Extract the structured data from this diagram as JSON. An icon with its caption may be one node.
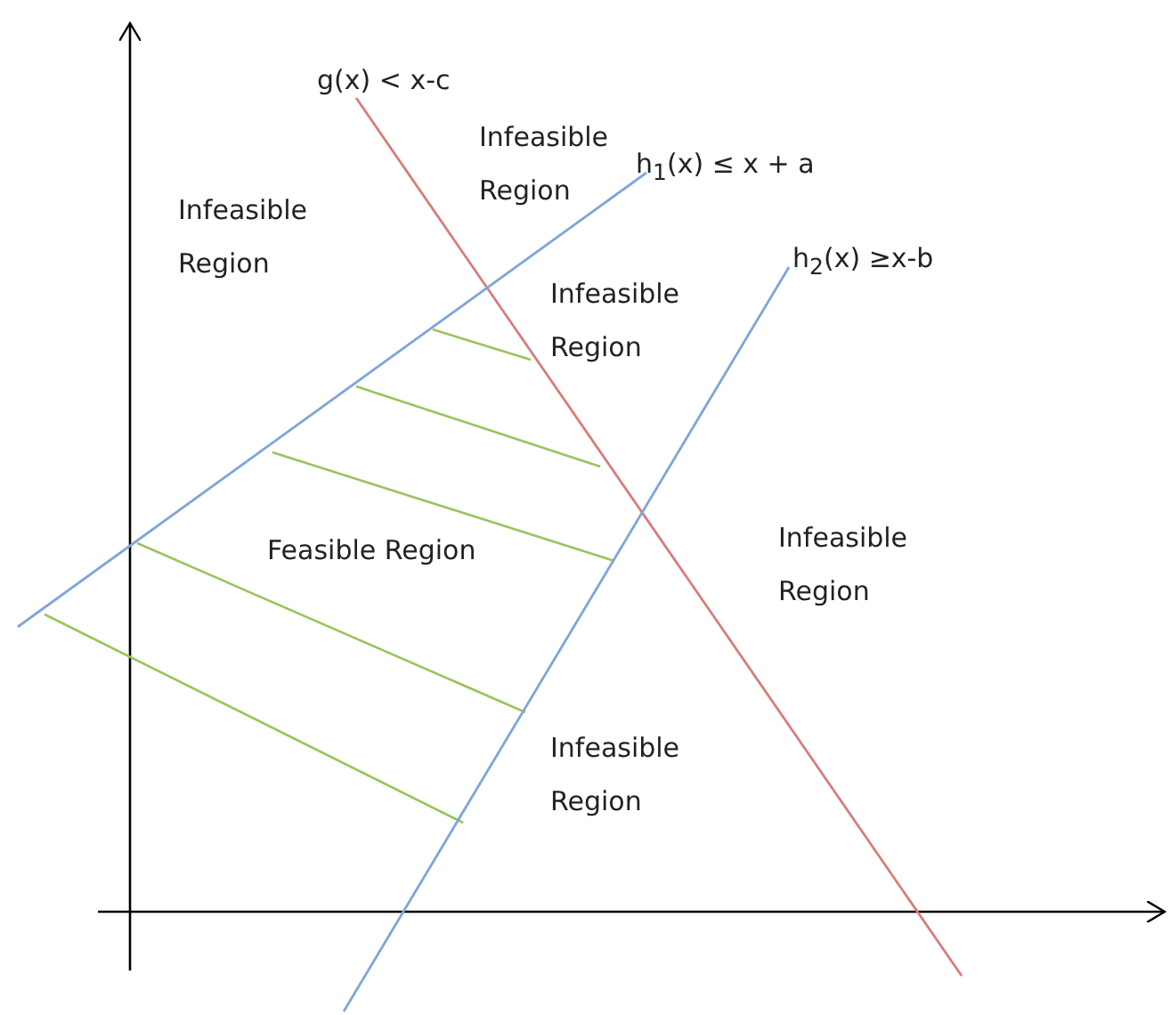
{
  "diagram": {
    "labels": [
      "g(x) < x-c",
      "Infeasible Region",
      "h$_{1}$(x) ≤ x + a",
      "Infeasible Region",
      "h$_{2}$(x) ≥x-b",
      "Infeasible Region",
      "Feasible Region",
      "Infeasible Region",
      "Infeasible Region"
    ]
  }
}
